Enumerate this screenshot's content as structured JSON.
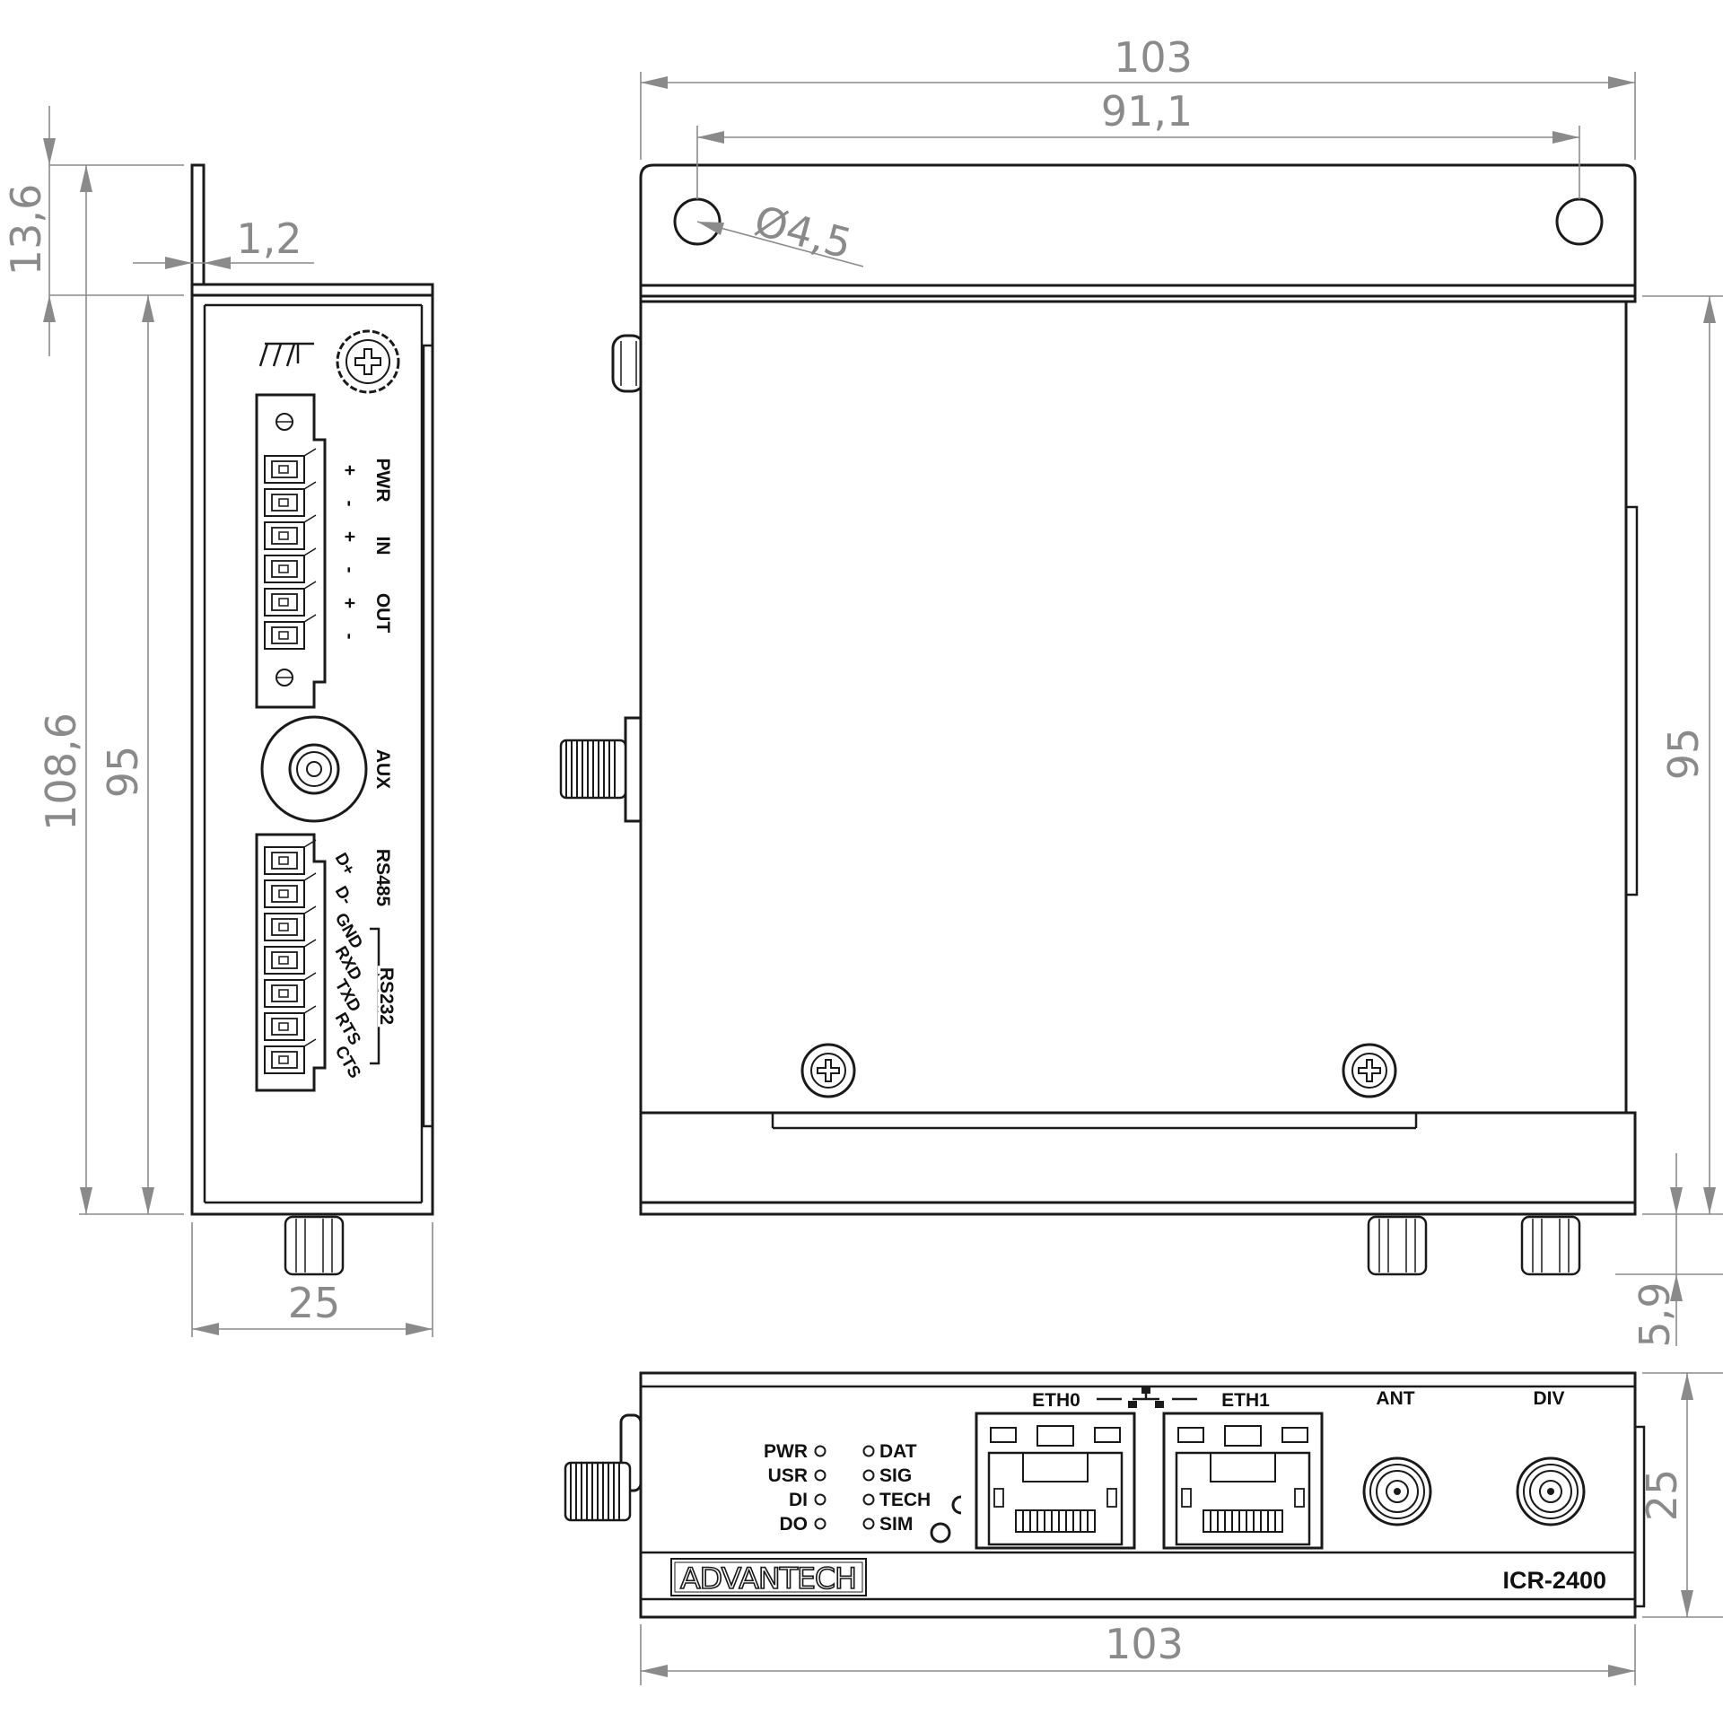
{
  "dimensions": {
    "side_top_tab": "13,6",
    "side_sheet": "1,2",
    "side_total_height": "108,6",
    "side_height": "95",
    "side_width": "25",
    "top_width": "103",
    "top_hole_spacing": "91,1",
    "top_hole_diameter": "Ø4,5",
    "top_height": "95",
    "connector_offset": "5,9",
    "front_height": "25",
    "front_width": "103"
  },
  "side_panel": {
    "power_labels": [
      "PWR",
      "IN",
      "OUT"
    ],
    "power_pins": [
      "+",
      "-",
      "+",
      "-",
      "+",
      "-"
    ],
    "aux_label": "AUX",
    "serial_pins": [
      "D+",
      "D-",
      "GND",
      "RXD",
      "TXD",
      "RTS",
      "CTS"
    ],
    "rs485_label": "RS485",
    "rs232_label": "RS232"
  },
  "front_panel": {
    "leds_left": [
      "PWR",
      "USR",
      "DI",
      "DO"
    ],
    "leds_right": [
      "DAT",
      "SIG",
      "TECH",
      "SIM"
    ],
    "eth0_label": "ETH0",
    "eth1_label": "ETH1",
    "ant_label": "ANT",
    "div_label": "DIV",
    "brand_label": "ADVANTECH",
    "model_label": "ICR-2400"
  }
}
